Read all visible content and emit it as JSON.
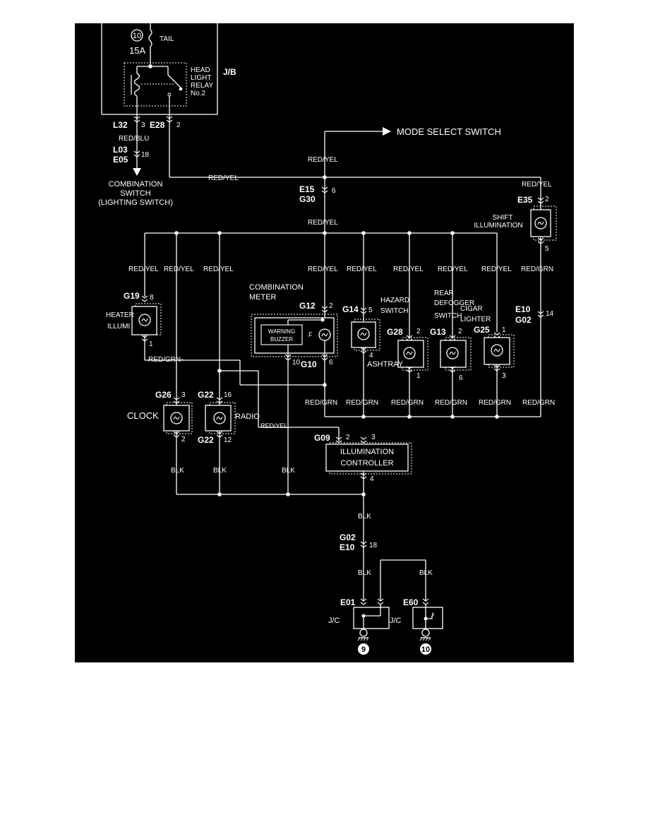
{
  "colors": {
    "background": "#000000",
    "ink": "#ffffff",
    "page": "#ffffff"
  },
  "fuse": {
    "number": "10",
    "label": "TAIL",
    "rating": "15A"
  },
  "relay": {
    "line1": "HEAD",
    "line2": "LIGHT",
    "line3": "RELAY",
    "line4": "No.2"
  },
  "jb": "J/B",
  "connectors": {
    "l32": "L32",
    "l32_pin": "3",
    "e28": "E28",
    "e28_pin": "2",
    "l03": "L03",
    "e05": "E05",
    "l03_pin": "18",
    "e15": "E15",
    "g30": "G30",
    "e15_pin": "6",
    "e35": "E35",
    "e35_pin_top": "2",
    "e35_pin_bottom": "5",
    "g19": "G19",
    "g19_pin_top": "8",
    "g19_pin_bottom": "1",
    "g12": "G12",
    "g12_pin": "2",
    "g10": "G10",
    "g10_pin_left": "10",
    "g10_pin_right": "6",
    "g14": "G14",
    "g14_pin_top": "5",
    "g14_pin_bottom": "4",
    "g28": "G28",
    "g28_pin_top": "2",
    "g28_pin_bottom": "1",
    "g13": "G13",
    "g13_pin_top": "2",
    "g13_pin_bottom": "6",
    "g25": "G25",
    "g25_pin_top": "1",
    "g25_pin_bottom": "3",
    "e10": "E10",
    "g02": "G02",
    "e10_pin": "14",
    "g26": "G26",
    "g26_pin_top": "3",
    "g26_pin_bottom": "2",
    "g22a": "G22",
    "g22a_pin": "16",
    "g22b": "G22",
    "g22b_pin": "12",
    "g09": "G09",
    "g09_pin_a": "2",
    "g09_pin_b": "3",
    "g09_pin_bottom": "4",
    "g02b": "G02",
    "e10b": "E10",
    "g02b_pin": "18",
    "e01": "E01",
    "e60": "E60"
  },
  "wires": {
    "red_blu": "RED/BLU",
    "red_yel": "RED/YEL",
    "red_grn": "RED/GRN",
    "red_grn_dash": "RED/GRN-",
    "blk": "BLK"
  },
  "labels": {
    "mode_select_switch": "MODE SELECT SWITCH",
    "combination_switch_l1": "COMBINATION",
    "combination_switch_l2": "SWITCH",
    "combination_switch_l3": "(LIGHTING SWITCH)",
    "shift_l1": "SHIFT",
    "shift_l2": "ILLUMINATION",
    "heater_l1": "HEATER",
    "heater_l2": "ILLUMI",
    "combination_meter_l1": "COMBINATION",
    "combination_meter_l2": "METER",
    "warning_l1": "WARNING",
    "warning_l2": "BUZZER",
    "hazard_l1": "HAZARD",
    "hazard_l2": "SWITCH",
    "rear_l1": "REAR",
    "rear_l2": "DEFOGGER",
    "rear_l3": "SWITCH",
    "cigar_l1": "CIGAR",
    "cigar_l2": "LIGHTER",
    "ashtray": "ASHTRAY",
    "clock": "CLOCK",
    "radio": "RADIO",
    "illum_l1": "ILLUMINATION",
    "illum_l2": "CONTROLLER",
    "jc": "J/C",
    "ground_9": "9",
    "ground_10": "10"
  }
}
